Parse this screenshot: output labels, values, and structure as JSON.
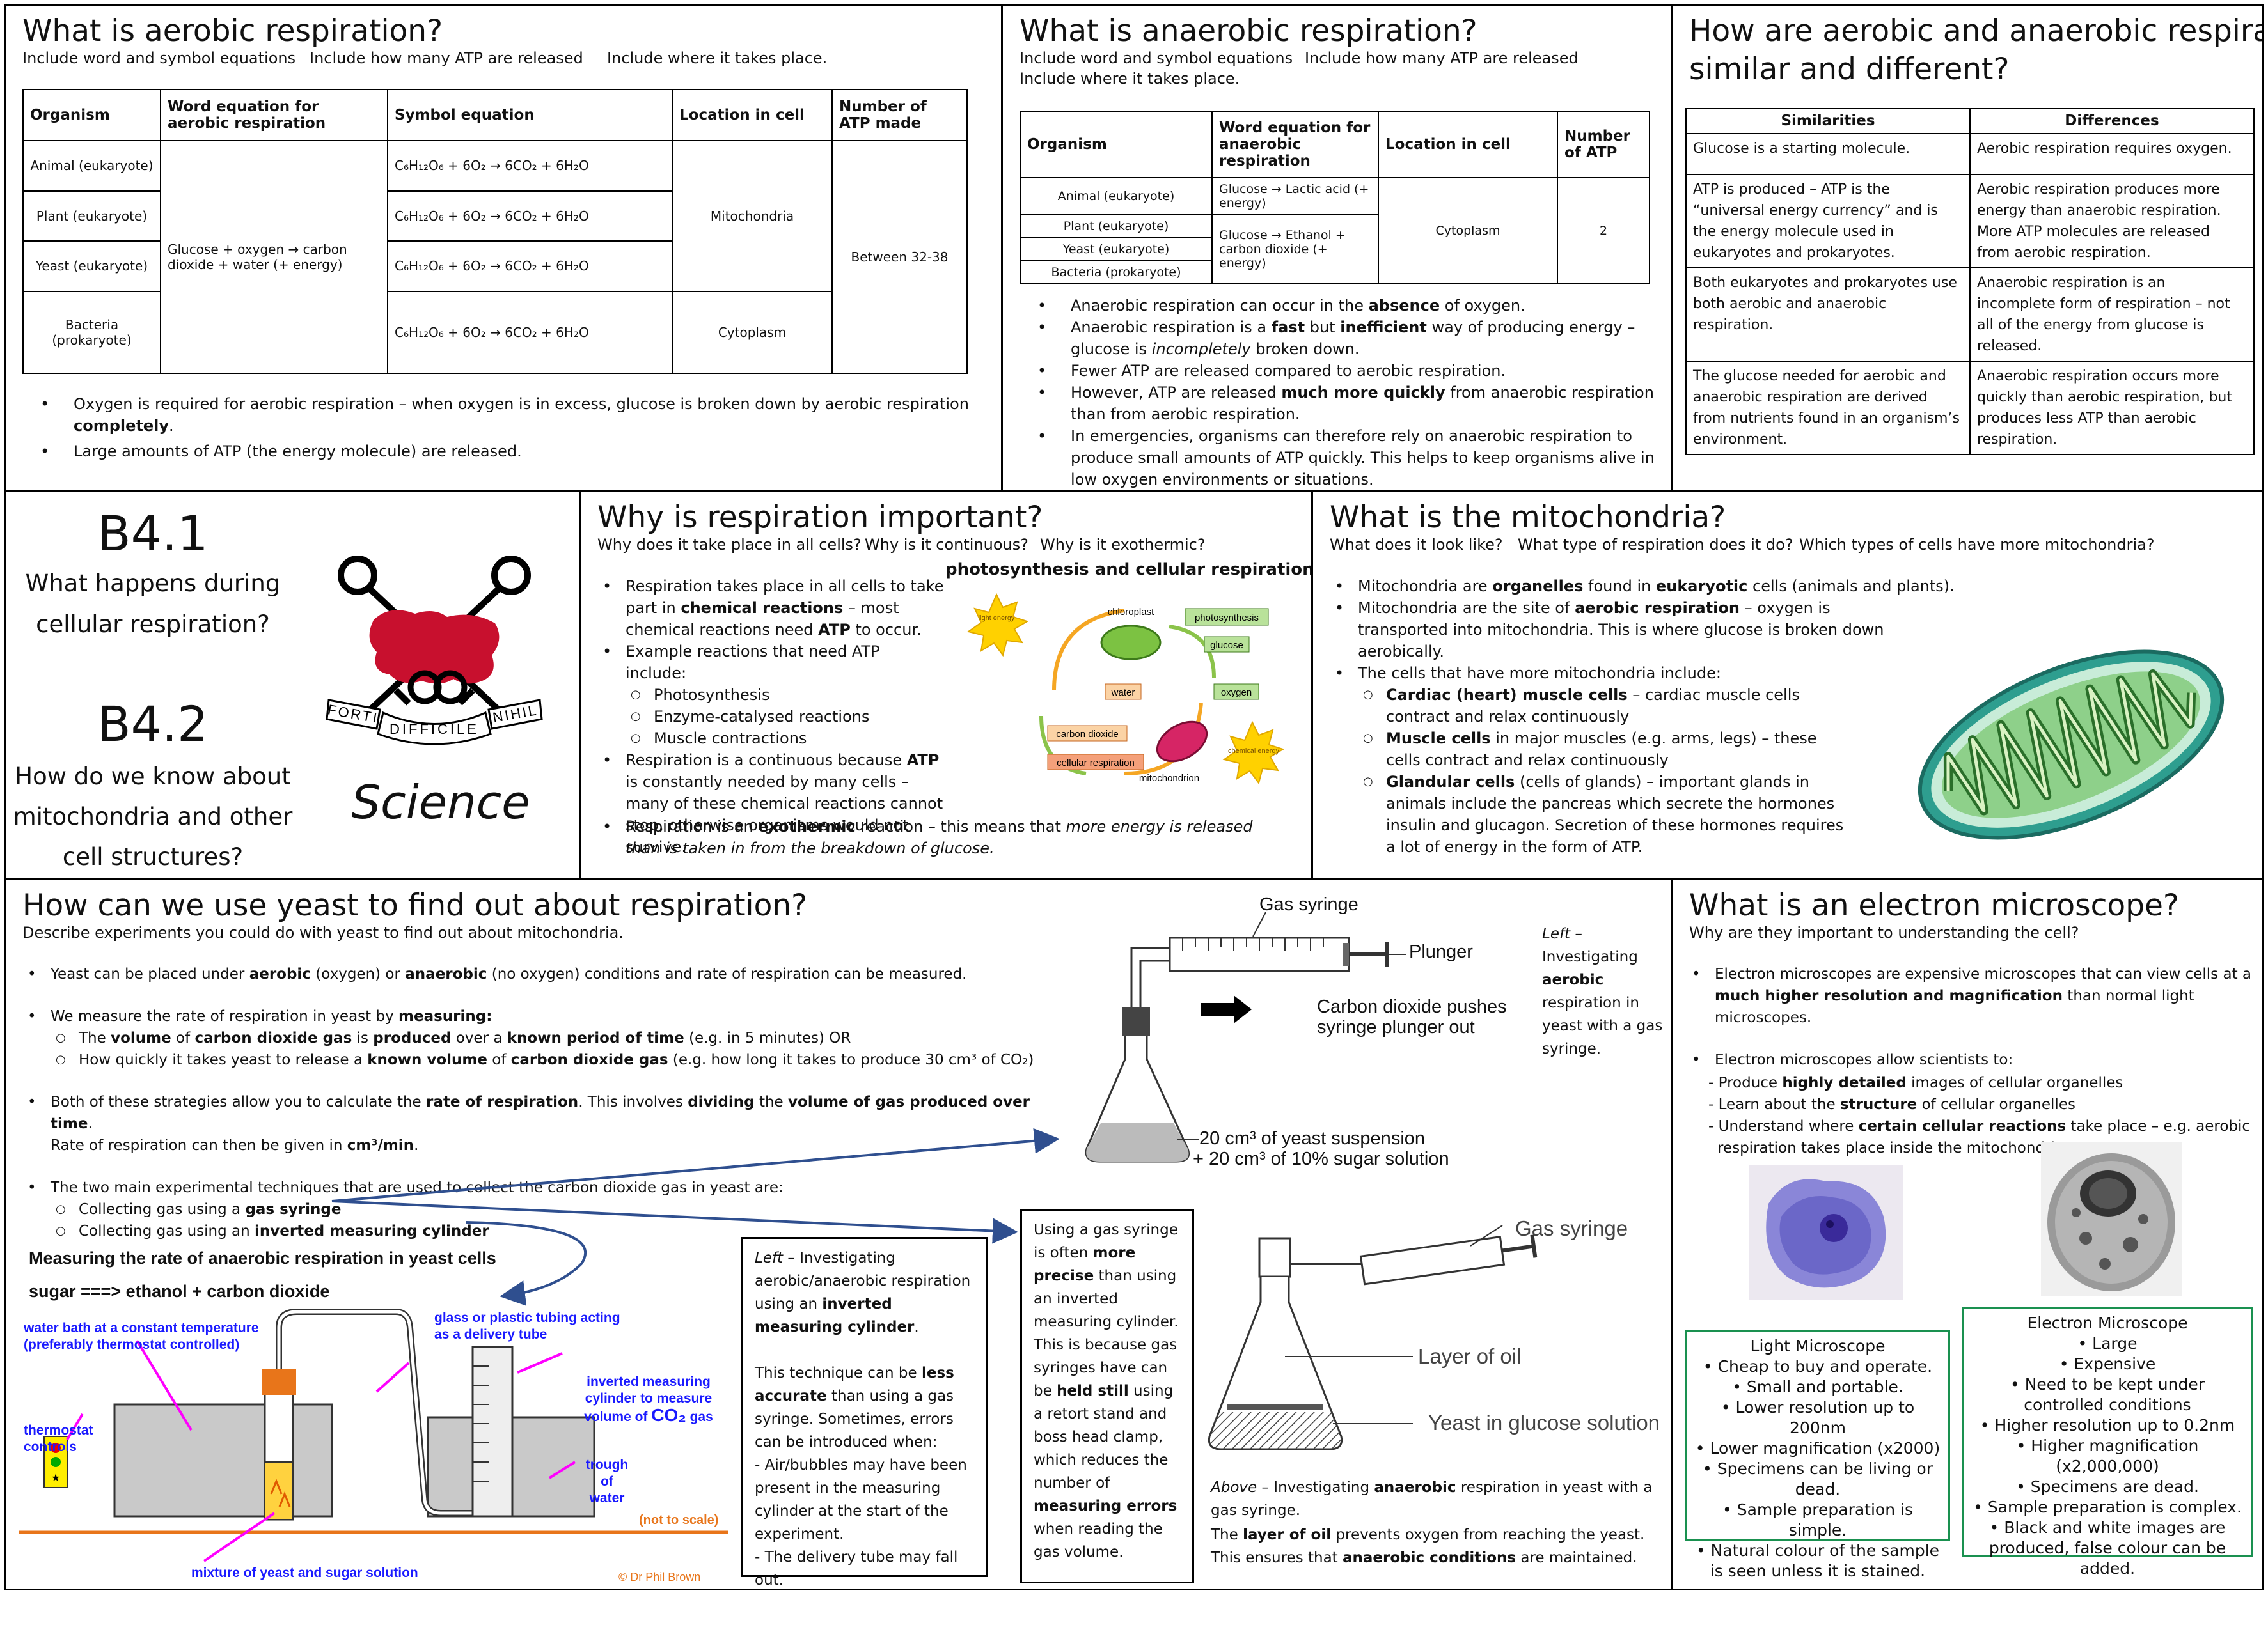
{
  "aerobic": {
    "title": "What is aerobic respiration?",
    "hints": [
      "Include word and symbol equations",
      "Include how many ATP are released",
      "Include where it takes place."
    ],
    "headers": [
      "Organism",
      "Word equation for aerobic respiration",
      "Symbol equation",
      "Location in cell",
      "Number of ATP made"
    ],
    "organisms": [
      "Animal (eukaryote)",
      "Plant (eukaryote)",
      "Yeast (eukaryote)",
      "Bacteria (prokaryote)"
    ],
    "word_eq": "Glucose + oxygen → carbon dioxide + water (+ energy)",
    "symbol_eq": "C₆H₁₂O₆ + 6O₂ → 6CO₂ + 6H₂O",
    "location_euk": "Mitochondria",
    "location_prok": "Cytoplasm",
    "atp": "Between 32-38",
    "b1a": "Oxygen is required for aerobic respiration – when oxygen is in excess, glucose is broken down by aerobic respiration ",
    "b1b": "completely",
    "b1c": ".",
    "b2": "Large amounts of ATP (the energy molecule) are released."
  },
  "anaerobic": {
    "title": "What is anaerobic respiration?",
    "hint1": "Include word and symbol equations",
    "hint2": "Include how many ATP are released",
    "hint3": "Include where it takes place.",
    "headers": [
      "Organism",
      "Word equation for anaerobic respiration",
      "Location in cell",
      "Number of ATP"
    ],
    "organisms": [
      "Animal (eukaryote)",
      "Plant (eukaryote)",
      "Yeast (eukaryote)",
      "Bacteria (prokaryote)"
    ],
    "eq_animal": "Glucose → Lactic acid (+ energy)",
    "eq_other": "Glucose → Ethanol + carbon dioxide (+ energy)",
    "location": "Cytoplasm",
    "atp": "2",
    "l1a": "Anaerobic respiration can occur in the ",
    "l1b": "absence",
    "l1c": " of oxygen.",
    "l2a": "Anaerobic respiration is a ",
    "l2b": "fast",
    "l2c": " but ",
    "l2d": "inefficient",
    "l2e": " way of producing energy – glucose is ",
    "l2f": "incompletely",
    "l2g": " broken down.",
    "l3": "Fewer ATP are released compared to aerobic respiration.",
    "l4a": "However, ATP are released ",
    "l4b": "much more quickly",
    "l4c": " from anaerobic respiration than from aerobic respiration.",
    "l5": "In emergencies, organisms can therefore rely on anaerobic respiration to produce small amounts of ATP quickly. This helps to keep organisms alive in low oxygen environments or situations."
  },
  "compare": {
    "title1": "How are aerobic and anaerobic respiration",
    "title2": "similar and different?",
    "headers": [
      "Similarities",
      "Differences"
    ],
    "rows": [
      [
        "Glucose is a starting molecule.",
        "Aerobic respiration requires oxygen."
      ],
      [
        "ATP is produced – ATP is the “universal energy currency” and is the energy molecule used in eukaryotes and prokaryotes.",
        "Aerobic respiration produces more energy than anaerobic respiration. More ATP molecules are released from aerobic respiration."
      ],
      [
        "Both eukaryotes and prokaryotes use both aerobic and anaerobic respiration.",
        "Anaerobic respiration is an incomplete form of respiration – not all of the energy from glucose is released."
      ],
      [
        "The glucose needed for aerobic and anaerobic respiration are derived from nutrients found in an organism’s environment.",
        "Anaerobic respiration occurs more quickly than aerobic respiration, but produces less ATP than aerobic respiration."
      ]
    ]
  },
  "cover": {
    "code1": "B4.1",
    "q1a": "What happens during",
    "q1b": "cellular respiration?",
    "code2": "B4.2",
    "q2a": "How do we know about",
    "q2b": "mitochondria and other",
    "q2c": "cell structures?",
    "motto1": "FORTI",
    "motto2": "DIFFICILE",
    "motto3": "NIHIL",
    "subject": "Science"
  },
  "important": {
    "title": "Why is respiration important?",
    "hints": [
      "Why does it take place in all cells?",
      "Why is it continuous?",
      "Why is it exothermic?"
    ],
    "diagram_title": "photosynthesis and cellular respiration cycle",
    "labels": {
      "light": "light energy",
      "chloroplast": "chloroplast",
      "photosynthesis": "photosynthesis",
      "glucose": "glucose",
      "water": "water",
      "oxygen": "oxygen",
      "co2": "carbon dioxide",
      "cellresp": "cellular respiration",
      "mito": "mitochondrion",
      "chem": "chemical energy"
    },
    "p1a": "Respiration takes place in all cells to take part in ",
    "p1b": "chemical reactions",
    "p1c": " – most chemical reactions need ",
    "p1d": "ATP",
    "p1e": " to occur.",
    "p2": "Example reactions that need ATP include:",
    "p2s": [
      "Photosynthesis",
      "Enzyme-catalysed reactions",
      "Muscle contractions"
    ],
    "p3a": "Respiration is a continuous because ",
    "p3b": "ATP",
    "p3c": " is constantly needed by many cells – many of these chemical reactions cannot stop, otherwise organisms would not survive.",
    "p4a": "Respiration is an ",
    "p4b": "exothermic",
    "p4c": " reaction – this means that ",
    "p4d": "more energy is released than is taken in from the breakdown of glucose."
  },
  "mito": {
    "title": "What is the mitochondria?",
    "hints": [
      "What does it look like?",
      "What type of respiration does it do?",
      "Which types of cells have more mitochondria?"
    ],
    "m1a": "Mitochondria are ",
    "m1b": "organelles",
    "m1c": " found in ",
    "m1d": "eukaryotic",
    "m1e": " cells (animals and plants).",
    "m2a": "Mitochondria are the site of ",
    "m2b": "aerobic respiration",
    "m2c": " – oxygen is transported into mitochondria. This is where glucose is broken down aerobically.",
    "m3": "The cells that have more mitochondria include:",
    "s1a": "Cardiac (heart) muscle cells",
    "s1b": " – cardiac muscle cells contract and relax continuously",
    "s2a": "Muscle cells",
    "s2b": " in major muscles (e.g. arms, legs) – these cells contract and relax continuously",
    "s3a": "Glandular cells",
    "s3b": " (cells of glands) – important glands in animals include the pancreas which secrete the hormones insulin and glucagon. Secretion of these hormones requires a lot of energy in the form of ATP."
  },
  "yeast": {
    "title": "How can we use yeast to find out about respiration?",
    "hint": "Describe experiments you could do with yeast to find out about mitochondria.",
    "y1a": "Yeast can be placed under ",
    "y1b": "aerobic",
    "y1c": " (oxygen) or ",
    "y1d": "anaerobic",
    "y1e": " (no oxygen) conditions and rate of respiration can be measured.",
    "y2a": "We measure the rate of respiration in yeast by ",
    "y2b": "measuring:",
    "y2s1a": "The ",
    "y2s1b": "volume",
    "y2s1c": " of ",
    "y2s1d": "carbon dioxide gas",
    "y2s1e": " is ",
    "y2s1f": "produced",
    "y2s1g": " over a ",
    "y2s1h": "known period of time",
    "y2s1i": " (e.g. in 5 minutes) OR",
    "y2s2a": "How quickly it takes yeast to release a ",
    "y2s2b": "known volume",
    "y2s2c": " of ",
    "y2s2d": "carbon dioxide gas",
    "y2s2e": "  (e.g. how long it takes to produce 30 cm³ of CO₂)",
    "y3a": "Both of these strategies allow you to calculate the ",
    "y3b": "rate of respiration",
    "y3c": ". This involves ",
    "y3d": "dividing",
    "y3e": " the ",
    "y3f": "volume of gas produced over time",
    "y3g": ".",
    "y3h": "Rate of respiration can then be given in ",
    "y3i": "cm³/min",
    "y3j": ".",
    "y4": "The two main experimental techniques that are used to collect the carbon dioxide gas in yeast are:",
    "y4s1a": "Collecting gas using a ",
    "y4s1b": "gas syringe",
    "y4s2a": "Collecting gas using an ",
    "y4s2b": "inverted measuring cylinder",
    "diag_title": "Measuring the rate of anaerobic respiration in yeast cells",
    "diag_eq": "sugar ===> ethanol + carbon dioxide",
    "lab_water": "water bath at a constant temperature (preferably thermostat controlled)",
    "lab_tube": "glass or plastic tubing acting as a delivery tube",
    "lab_cyl1": "inverted measuring cylinder to measure volume of",
    "lab_co2": "CO₂",
    "lab_gas": "gas",
    "lab_thermo": "thermostat controls",
    "lab_trough": "trough of water",
    "lab_scale": "(not to scale)",
    "lab_mix": "mixture of yeast and sugar solution",
    "lab_credit": "© Dr Phil Brown",
    "syr_title": "Gas syringe",
    "syr_plunger": "Plunger",
    "syr_push1": "Carbon dioxide pushes",
    "syr_push2": "syringe plunger out",
    "syr_susp1": "20 cm³ of yeast suspension",
    "syr_susp2": "+ 20 cm³ of 10% sugar solution",
    "left_a": "Left –",
    "left_b": "Investigating",
    "left_c": "aerobic",
    "left_d": "respiration in",
    "left_e": "yeast with a gas",
    "left_f": "syringe.",
    "box1": {
      "l1a": "Left",
      "l1b": " – Investigating aerobic/anaerobic respiration using an ",
      "l1c": "inverted measuring cylinder",
      "l1d": ".",
      "l2a": "This technique can be ",
      "l2b": "less accurate",
      "l2c": " than using a gas syringe. Sometimes, errors can be introduced when:",
      "l3": "- Air/bubbles may have been present in the measuring cylinder at the start of the experiment.",
      "l4": "- The delivery tube may fall out."
    },
    "box2": {
      "a": "Using a gas syringe is often ",
      "b": "more precise",
      "c": " than using an inverted measuring cylinder. This is because gas syringes have can be ",
      "d": "held still",
      "e": " using a retort stand and boss head clamp, which reduces the number of ",
      "f": "measuring errors",
      "g": " when reading the gas volume."
    },
    "syr2_title": "Gas syringe",
    "syr2_oil": "Layer of oil",
    "syr2_yeast": "Yeast in glucose solution",
    "above_a": "Above",
    "above_b": " – Investigating ",
    "above_c": "anaerobic",
    "above_d": " respiration in yeast with a gas syringe.",
    "above_e": "The ",
    "above_f": "layer of oil",
    "above_g": " prevents oxygen from reaching the yeast. This ensures that ",
    "above_h": "anaerobic conditions",
    "above_i": " are maintained."
  },
  "em": {
    "title": "What is an electron microscope?",
    "hint": "Why are they important to understanding the cell?",
    "e1a": "Electron microscopes are expensive microscopes that can view cells at a ",
    "e1b": "much higher resolution and magnification",
    "e1c": " than normal light microscopes.",
    "e2": "Electron microscopes allow scientists to:",
    "d1a": "- Produce ",
    "d1b": "highly detailed",
    "d1c": " images of cellular organelles",
    "d2a": "- Learn about the ",
    "d2b": "structure",
    "d2c": " of cellular organelles",
    "d3a": "- Understand where ",
    "d3b": "certain cellular reactions",
    "d3c": " take place – e.g. aerobic respiration takes place inside the mitochondria",
    "light_title": "Light Microscope",
    "light_items": [
      "Cheap to buy and operate.",
      "Small and portable.",
      "Lower resolution up to 200nm",
      "Lower magnification (x2000)",
      "Specimens can be living or dead.",
      "Sample preparation is simple.",
      "Natural colour of the sample is seen unless it is stained."
    ],
    "elec_title": "Electron Microscope",
    "elec_items": [
      "Large",
      "Expensive",
      "Need to be kept under controlled conditions",
      "Higher resolution up to 0.2nm",
      "Higher magnification (x2,000,000)",
      "Specimens are dead.",
      "Sample preparation is complex.",
      "Black and white images are produced, false colour can be added."
    ]
  },
  "colors": {
    "green_border": "#1a9150",
    "blue_label": "#1a1aff",
    "magenta_line": "#ff00ff",
    "orange_label": "#e8751a",
    "navy_arrow": "#2f4f8f"
  }
}
